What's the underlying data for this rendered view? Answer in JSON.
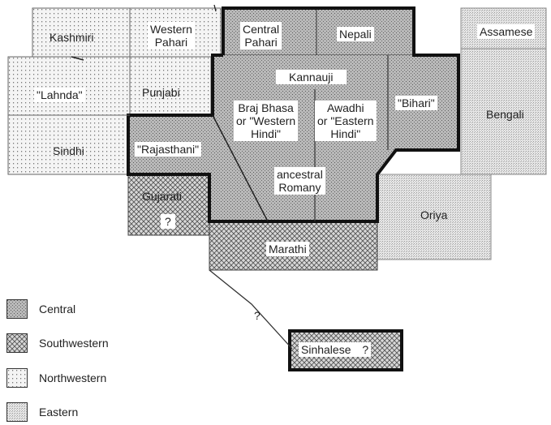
{
  "regions": {
    "kashmiri": "Kashmiri",
    "western_pahari": "Western\nPahari",
    "central_pahari": "Central\nPahari",
    "nepali": "Nepali",
    "assamese": "Assamese",
    "lahnda": "\"Lahnda\"",
    "punjabi": "Punjabi",
    "kannauji": "Kannauji",
    "braj_bhasa": "Braj Bhasa\nor \"Western\nHindi\"",
    "awadhi": "Awadhi\nor \"Eastern\nHindi\"",
    "bihari": "\"Bihari\"",
    "bengali": "Bengali",
    "sindhi": "Sindhi",
    "rajasthani": "\"Rajasthani\"",
    "ancestral_romany": "ancestral\nRomany",
    "gujarati": "Gujarati",
    "gujarati_q": "?",
    "oriya": "Oriya",
    "marathi": "Marathi",
    "connector_q": "?",
    "sinhalese": "Sinhalese",
    "sinhalese_q": "?"
  },
  "legend": [
    {
      "label": "Central",
      "pattern": "central"
    },
    {
      "label": "Southwestern",
      "pattern": "southwestern"
    },
    {
      "label": "Northwestern",
      "pattern": "northwestern"
    },
    {
      "label": "Eastern",
      "pattern": "eastern"
    }
  ]
}
